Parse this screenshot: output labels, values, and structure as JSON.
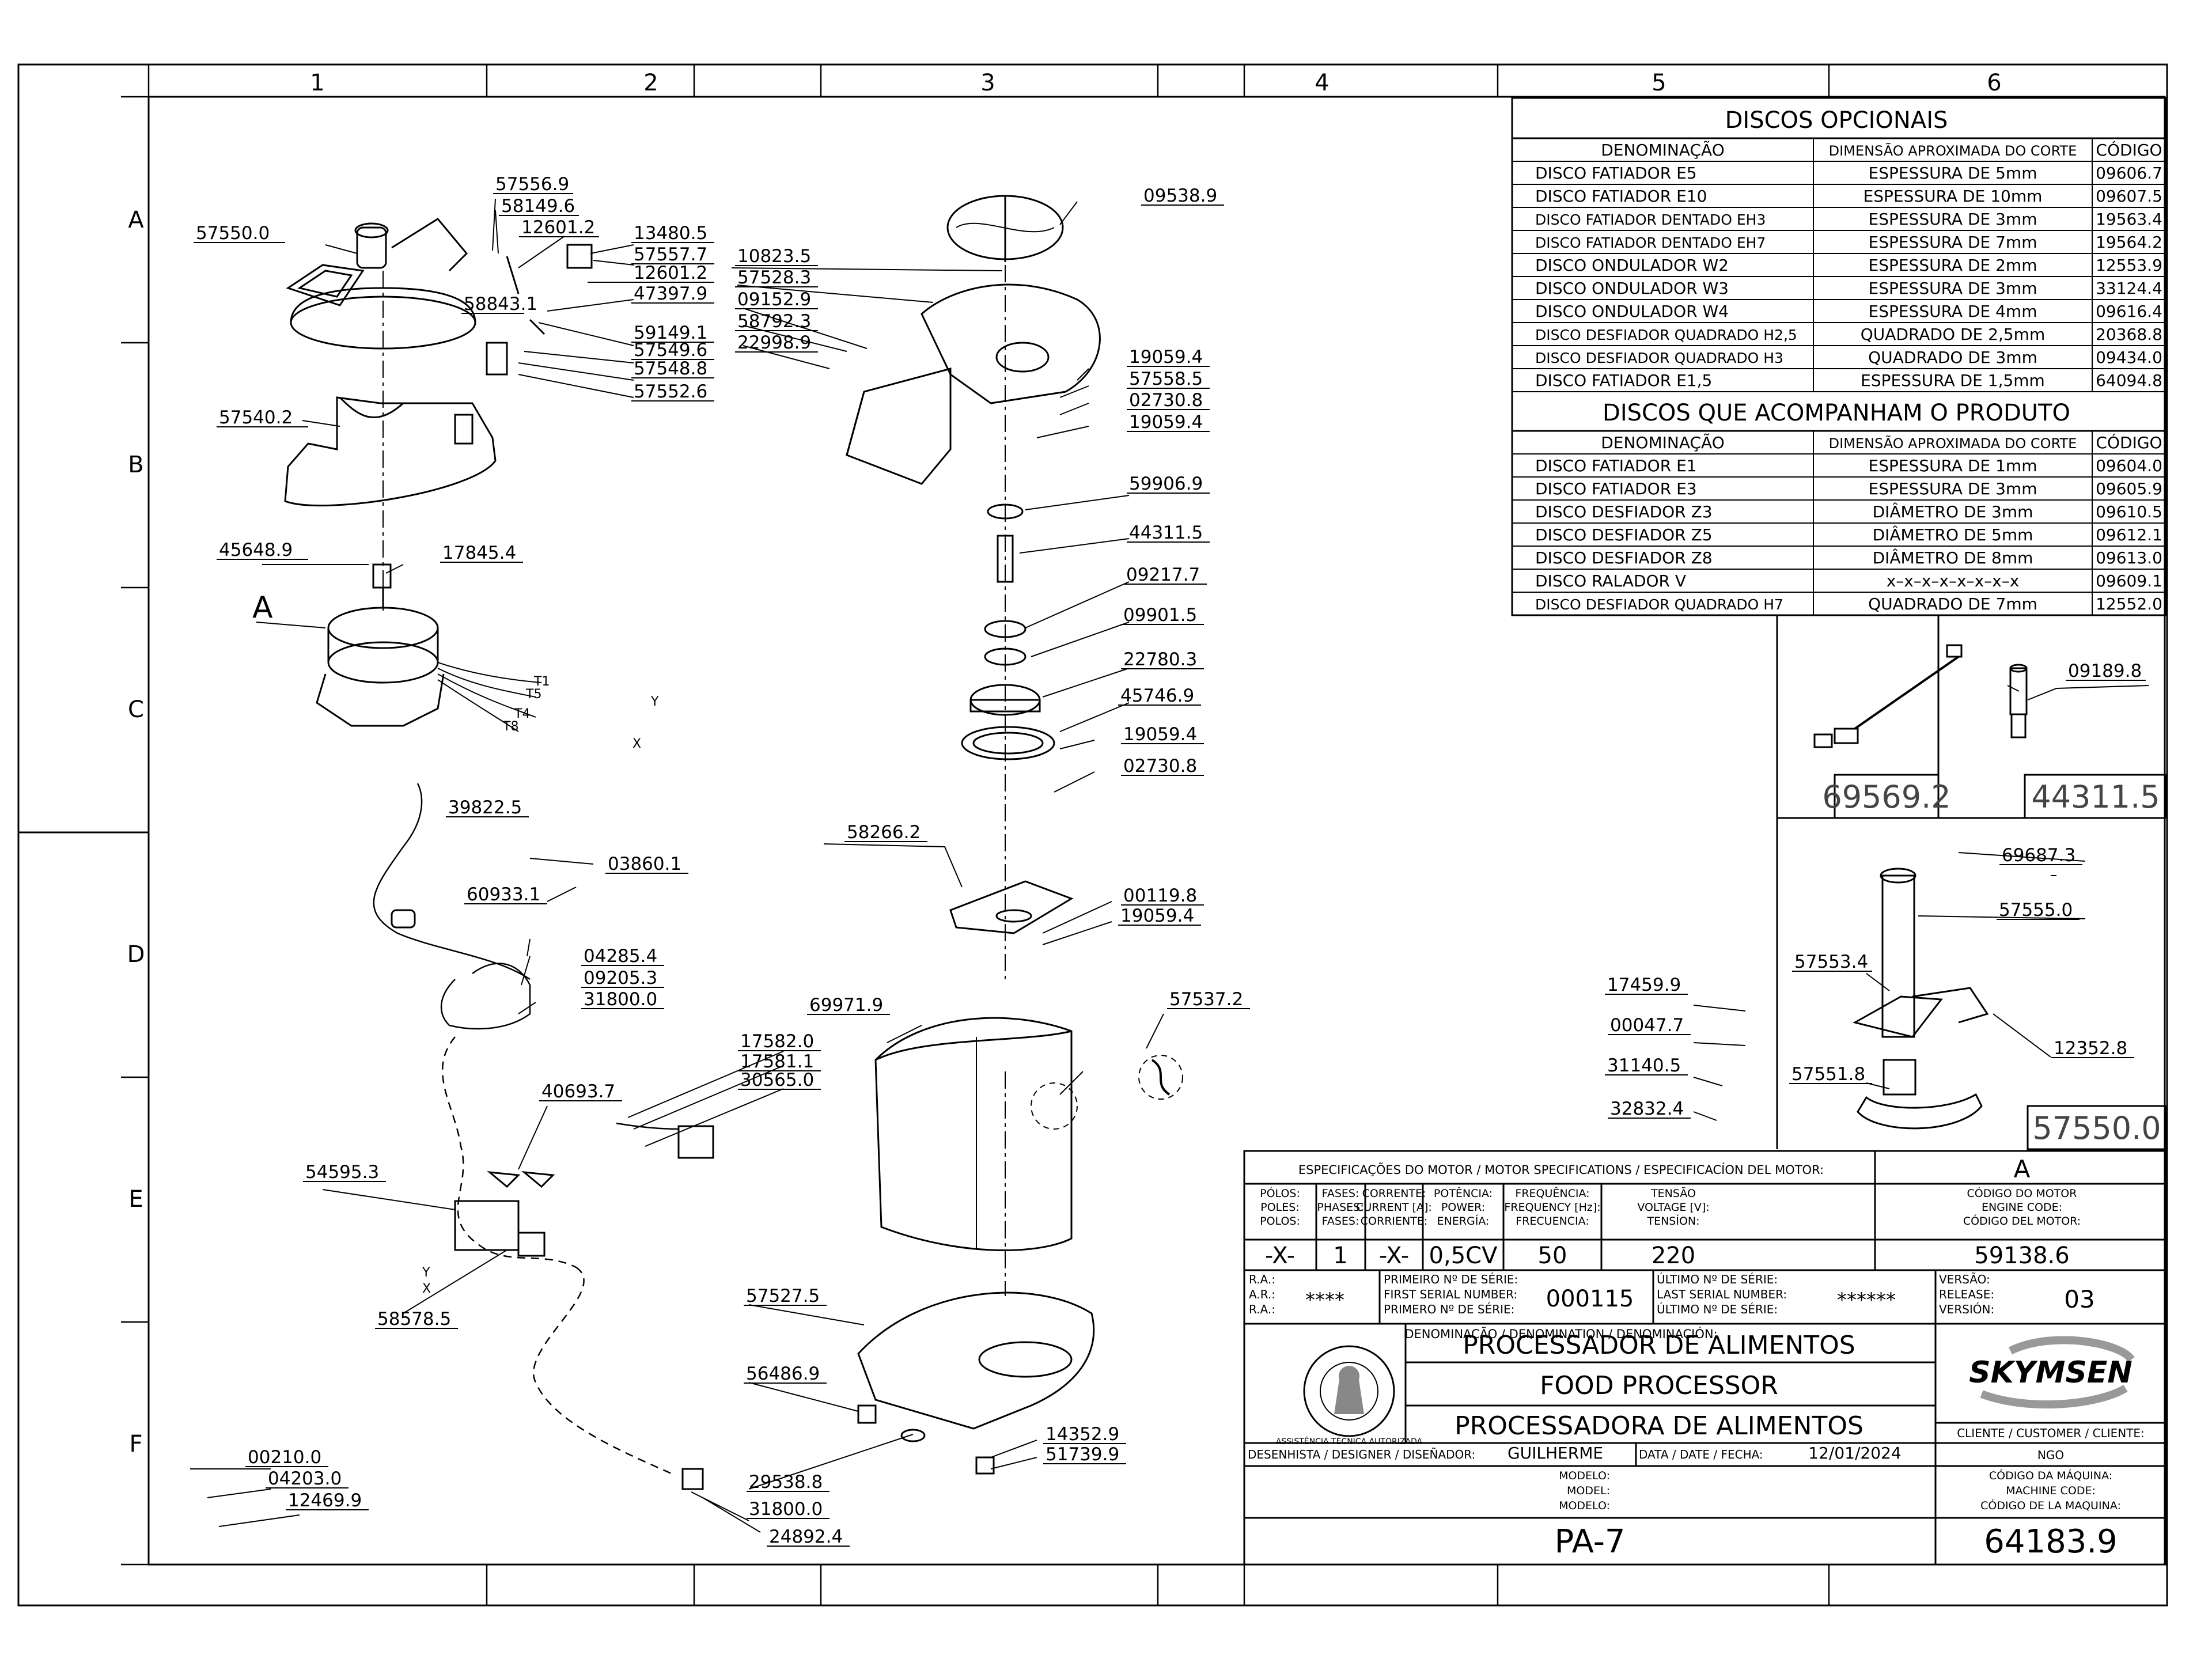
{
  "zones": {
    "cols": [
      "1",
      "2",
      "3",
      "4",
      "5",
      "6"
    ],
    "rows": [
      "A",
      "B",
      "C",
      "D",
      "E",
      "F"
    ]
  },
  "parts": [
    {
      "id": "p01",
      "code": "57556.9"
    },
    {
      "id": "p02",
      "code": "58149.6"
    },
    {
      "id": "p03",
      "code": "12601.2"
    },
    {
      "id": "p04",
      "code": "57550.0"
    },
    {
      "id": "p05",
      "code": "13480.5"
    },
    {
      "id": "p06",
      "code": "57557.7"
    },
    {
      "id": "p07",
      "code": "12601.2"
    },
    {
      "id": "p08",
      "code": "58843.1"
    },
    {
      "id": "p09",
      "code": "47397.9"
    },
    {
      "id": "p10",
      "code": "59149.1"
    },
    {
      "id": "p11",
      "code": "57549.6"
    },
    {
      "id": "p12",
      "code": "57548.8"
    },
    {
      "id": "p13",
      "code": "57552.6"
    },
    {
      "id": "p14",
      "code": "57540.2"
    },
    {
      "id": "p15",
      "code": "45648.9"
    },
    {
      "id": "p16",
      "code": "17845.4"
    },
    {
      "id": "p17",
      "code": "39822.5"
    },
    {
      "id": "p18",
      "code": "60933.1"
    },
    {
      "id": "p19",
      "code": "03860.1"
    },
    {
      "id": "p20",
      "code": "04285.4"
    },
    {
      "id": "p21",
      "code": "09205.3"
    },
    {
      "id": "p22",
      "code": "31800.0"
    },
    {
      "id": "p23",
      "code": "40693.7"
    },
    {
      "id": "p24",
      "code": "54595.3"
    },
    {
      "id": "p25",
      "code": "58578.5"
    },
    {
      "id": "p26",
      "code": "17582.0"
    },
    {
      "id": "p27",
      "code": "17581.1"
    },
    {
      "id": "p28",
      "code": "30565.0"
    },
    {
      "id": "p29",
      "code": "00210.0"
    },
    {
      "id": "p30",
      "code": "04203.0"
    },
    {
      "id": "p31",
      "code": "12469.9"
    },
    {
      "id": "p32",
      "code": "09538.9"
    },
    {
      "id": "p33",
      "code": "10823.5"
    },
    {
      "id": "p34",
      "code": "57528.3"
    },
    {
      "id": "p35",
      "code": "09152.9"
    },
    {
      "id": "p36",
      "code": "58792.3"
    },
    {
      "id": "p37",
      "code": "22998.9"
    },
    {
      "id": "p38",
      "code": "19059.4"
    },
    {
      "id": "p39",
      "code": "57558.5"
    },
    {
      "id": "p40",
      "code": "02730.8"
    },
    {
      "id": "p41",
      "code": "19059.4"
    },
    {
      "id": "p42",
      "code": "59906.9"
    },
    {
      "id": "p43",
      "code": "44311.5"
    },
    {
      "id": "p44",
      "code": "09217.7"
    },
    {
      "id": "p45",
      "code": "09901.5"
    },
    {
      "id": "p46",
      "code": "22780.3"
    },
    {
      "id": "p47",
      "code": "45746.9"
    },
    {
      "id": "p48",
      "code": "19059.4"
    },
    {
      "id": "p49",
      "code": "02730.8"
    },
    {
      "id": "p50",
      "code": "58266.2"
    },
    {
      "id": "p51",
      "code": "00119.8"
    },
    {
      "id": "p52",
      "code": "19059.4"
    },
    {
      "id": "p53",
      "code": "69971.9"
    },
    {
      "id": "p54",
      "code": "57537.2"
    },
    {
      "id": "p55",
      "code": "57527.5"
    },
    {
      "id": "p56",
      "code": "56486.9"
    },
    {
      "id": "p57",
      "code": "14352.9"
    },
    {
      "id": "p58",
      "code": "51739.9"
    },
    {
      "id": "p59",
      "code": "29538.8"
    },
    {
      "id": "p60",
      "code": "31800.0"
    },
    {
      "id": "p61",
      "code": "24892.4"
    },
    {
      "id": "p62",
      "code": "17459.9"
    },
    {
      "id": "p63",
      "code": "00047.7"
    },
    {
      "id": "p64",
      "code": "31140.5"
    },
    {
      "id": "p65",
      "code": "32832.4"
    },
    {
      "id": "p66",
      "code": "09189.8"
    },
    {
      "id": "p67",
      "code": "69687.3"
    },
    {
      "id": "p68",
      "code": "57555.0"
    },
    {
      "id": "p69",
      "code": "57553.4"
    },
    {
      "id": "p70",
      "code": "12352.8"
    },
    {
      "id": "p71",
      "code": "57551.8"
    }
  ],
  "motor_letter": "A",
  "wire_labels": [
    "T1",
    "T5",
    "T4",
    "T8",
    "Y",
    "X"
  ],
  "switch_labels": [
    "Y",
    "X"
  ],
  "boxed_codes": {
    "cable": "69569.2",
    "shaft": "44311.5",
    "handle": "57550.0"
  },
  "optional_discs": {
    "title": "DISCOS  OPCIONAIS",
    "headers": [
      "DENOMINAÇÃO",
      "DIMENSÃO APROXIMADA DO CORTE",
      "CÓDIGO"
    ],
    "rows": [
      [
        "DISCO  FATIADOR  E5",
        "ESPESSURA  DE  5mm",
        "09606.7"
      ],
      [
        "DISCO  FATIADOR  E10",
        "ESPESSURA  DE  10mm",
        "09607.5"
      ],
      [
        "DISCO  FATIADOR  DENTADO  EH3",
        "ESPESSURA  DE  3mm",
        "19563.4"
      ],
      [
        "DISCO  FATIADOR  DENTADO  EH7",
        "ESPESSURA  DE  7mm",
        "19564.2"
      ],
      [
        "DISCO  ONDULADOR  W2",
        "ESPESSURA  DE  2mm",
        "12553.9"
      ],
      [
        "DISCO  ONDULADOR  W3",
        "ESPESSURA  DE  3mm",
        "33124.4"
      ],
      [
        "DISCO  ONDULADOR  W4",
        "ESPESSURA  DE  4mm",
        "09616.4"
      ],
      [
        "DISCO  DESFIADOR  QUADRADO  H2,5",
        "QUADRADO  DE  2,5mm",
        "20368.8"
      ],
      [
        "DISCO  DESFIADOR  QUADRADO  H3",
        "QUADRADO  DE  3mm",
        "09434.0"
      ],
      [
        "DISCO  FATIADOR  E1,5",
        "ESPESSURA  DE  1,5mm",
        "64094.8"
      ]
    ]
  },
  "included_discs": {
    "title": "DISCOS  QUE  ACOMPANHAM  O  PRODUTO",
    "headers": [
      "DENOMINAÇÃO",
      "DIMENSÃO APROXIMADA DO CORTE",
      "CÓDIGO"
    ],
    "rows": [
      [
        "DISCO  FATIADOR  E1",
        "ESPESSURA  DE  1mm",
        "09604.0"
      ],
      [
        "DISCO  FATIADOR  E3",
        "ESPESSURA  DE  3mm",
        "09605.9"
      ],
      [
        "DISCO  DESFIADOR  Z3",
        "DIÂMETRO  DE  3mm",
        "09610.5"
      ],
      [
        "DISCO  DESFIADOR  Z5",
        "DIÂMETRO  DE  5mm",
        "09612.1"
      ],
      [
        "DISCO  DESFIADOR  Z8",
        "DIÂMETRO  DE  8mm",
        "09613.0"
      ],
      [
        "DISCO  RALADOR  V",
        "x–x–x–x–x–x–x–x",
        "09609.1"
      ],
      [
        "DISCO  DESFIADOR  QUADRADO  H7",
        "QUADRADO  DE  7mm",
        "12552.0"
      ]
    ]
  },
  "title_block": {
    "motor_spec_heading": "ESPECIFICAÇÕES DO MOTOR / MOTOR SPECIFICATIONS / ESPECIFICACÍON DEL MOTOR:",
    "motor_letter": "A",
    "spec_headers": [
      [
        "PÓLOS:",
        "POLES:",
        "POLOS:"
      ],
      [
        "FASES:",
        "PHASES:",
        "FASES:"
      ],
      [
        "CORRENTE:",
        "CURRENT [A]:",
        "CORRIENTE:"
      ],
      [
        "POTÊNCIA:",
        "POWER:",
        "ENERGÍA:"
      ],
      [
        "FREQUÊNCIA:",
        "FREQUENCY [Hz]:",
        "FRECUENCIA:"
      ],
      [
        "TENSÃO",
        "VOLTAGE [V]:",
        "TENSÍON:"
      ],
      [
        "CÓDIGO DO MOTOR",
        "ENGINE CODE:",
        "CÓDIGO DEL MOTOR:"
      ]
    ],
    "spec_values": [
      "-X-",
      "1",
      "-X-",
      "0,5CV",
      "50",
      "220",
      "59138.6"
    ],
    "ra_labels": [
      "R.A.:",
      "A.R.:",
      "R.A.:"
    ],
    "ra_value": "****",
    "first_serial_labels": [
      "PRIMEIRO Nº DE SÉRIE:",
      "FIRST SERIAL NUMBER:",
      "PRIMERO Nº DE SÉRIE:"
    ],
    "first_serial": "000115",
    "last_serial_labels": [
      "ÚLTIMO Nº DE SÉRIE:",
      "LAST SERIAL NUMBER:",
      "ÚLTIMO Nº DE SÉRIE:"
    ],
    "last_serial": "******",
    "version_labels": [
      "VERSÃO:",
      "RELEASE:",
      "VERSIÓN:"
    ],
    "version": "03",
    "denomination_heading": "DENOMINAÇÃO / DENOMINATION / DENOMINACIÓN:",
    "names": [
      "PROCESSADOR DE ALIMENTOS",
      "FOOD PROCESSOR",
      "PROCESSADORA DE ALIMENTOS"
    ],
    "stamp_text": "ASSISTÊNCIA TÉCNICA AUTORIZADA",
    "brand": "SKYMSEN",
    "client_label": "CLIENTE / CUSTOMER / CLIENTE:",
    "client_value": "NGO",
    "designer_label": "DESENHISTA / DESIGNER / DISEÑADOR:",
    "designer": "GUILHERME",
    "date_label": "DATA / DATE / FECHA:",
    "date": "12/01/2024",
    "model_labels": [
      "MODELO:",
      "MODEL:",
      "MODELO:"
    ],
    "machine_code_labels": [
      "CÓDIGO DA MÁQUINA:",
      "MACHINE CODE:",
      "CÓDIGO DE LA MAQUINA:"
    ],
    "model": "PA-7",
    "machine_code": "64183.9"
  }
}
